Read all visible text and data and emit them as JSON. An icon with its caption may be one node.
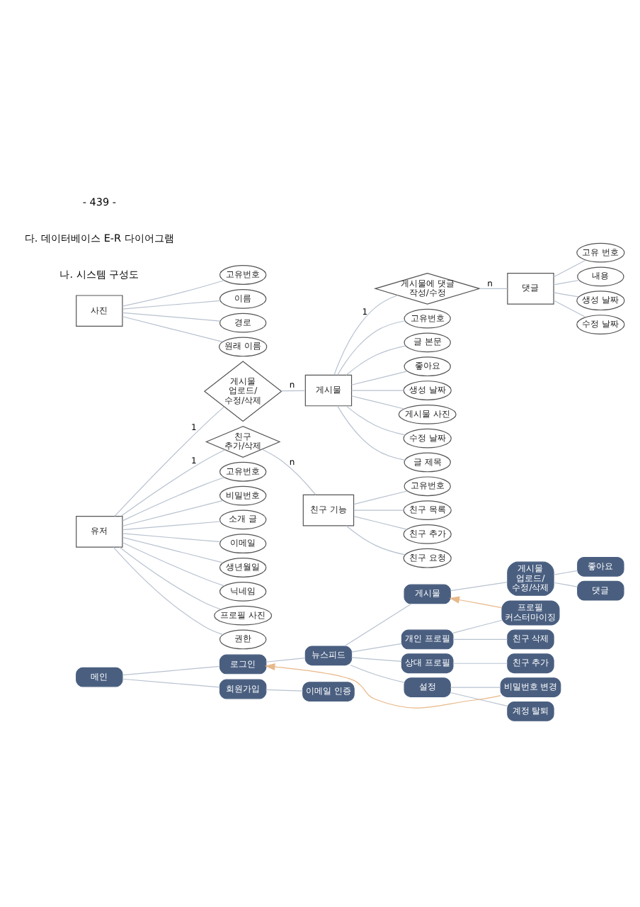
{
  "diagram": {
    "nodes": [
      {
        "text": [
          "메인"
        ]
      },
      {
        "text": [
          "로그인"
        ]
      },
      {
        "text": [
          "회원가입"
        ]
      },
      {
        "text": [
          "뉴스피드"
        ]
      },
      {
        "text": [
          "이메일 인증"
        ]
      },
      {
        "text": [
          "게시물"
        ]
      },
      {
        "text": [
          "개인 프로필"
        ]
      },
      {
        "text": [
          "상대 프로필"
        ]
      },
      {
        "text": [
          "설정"
        ]
      },
      {
        "text": [
          "게시물 업로드/수정/삭제"
        ]
      },
      {
        "text": [
          "좋아요"
        ]
      },
      {
        "text": [
          "댓글"
        ]
      },
      {
        "text": [
          "프로필 커스터마이징"
        ]
      },
      {
        "text": [
          "친구 삭제"
        ]
      },
      {
        "text": [
          "친구 추가"
        ]
      },
      {
        "text": [
          "비밀번호 변경"
        ]
      },
      {
        "text": [
          "계정 탈퇴"
        ]
      },
      {
        "text": [
          "유저"
        ]
      },
      {
        "text": [
          "게시물"
        ]
      },
      {
        "text": [
          "사진"
        ]
      },
      {
        "text": [
          "댓글"
        ]
      },
      {
        "text": [
          "친구 기능"
        ]
      },
      {
        "text": [
          "게시물 업로드/수정/삭제"
        ]
      },
      {
        "text": [
          "친구 추가/삭제"
        ]
      },
      {
        "text": [
          "게시물에 댓글 작성/수정"
        ]
      },
      {
        "text": [
          "고유번호"
        ]
      },
      {
        "text": [
          "비밀번호"
        ]
      },
      {
        "text": [
          "소개 글"
        ]
      },
      {
        "text": [
          "이메일"
        ]
      },
      {
        "text": [
          "생년월일"
        ]
      },
      {
        "text": [
          "닉네임"
        ]
      },
      {
        "text": [
          "프로필 사진"
        ]
      },
      {
        "text": [
          "권한"
        ]
      },
      {
        "text": [
          "고유번호"
        ]
      },
      {
        "text": [
          "글 본문"
        ]
      },
      {
        "text": [
          "좋아요"
        ]
      },
      {
        "text": [
          "생성 날짜"
        ]
      },
      {
        "text": [
          "게시물 사진"
        ]
      },
      {
        "text": [
          "수정 날짜"
        ]
      },
      {
        "text": [
          "글 제목"
        ]
      },
      {
        "text": [
          "고유번호"
        ]
      },
      {
        "text": [
          "이름"
        ]
      },
      {
        "text": [
          "경로"
        ]
      },
      {
        "text": [
          "원래 이름"
        ]
      },
      {
        "text": [
          "고유 번호"
        ]
      },
      {
        "text": [
          "내용"
        ]
      },
      {
        "text": [
          "생성 날짜"
        ]
      },
      {
        "text": [
          "수정 날짜"
        ]
      },
      {
        "text": [
          "고유번호"
        ]
      },
      {
        "text": [
          "친구 목록"
        ]
      },
      {
        "text": [
          "친구 추가"
        ]
      },
      {
        "text": [
          "친구 요청"
        ]
      }
    ],
    "edges": [
      {
        "from": 0,
        "to": 1,
        "arrow": "none"
      },
      {
        "from": 0,
        "to": 2,
        "arrow": "none"
      },
      {
        "from": 1,
        "to": 3,
        "arrow": "none"
      },
      {
        "from": 2,
        "to": 4,
        "arrow": "none"
      },
      {
        "from": 3,
        "to": 5,
        "arrow": "none"
      },
      {
        "from": 3,
        "to": 6,
        "arrow": "none"
      },
      {
        "from": 3,
        "to": 7,
        "arrow": "none"
      },
      {
        "from": 3,
        "to": 8,
        "arrow": "none"
      },
      {
        "from": 5,
        "to": 9,
        "arrow": "none"
      },
      {
        "from": 9,
        "to": 10,
        "arrow": "none"
      },
      {
        "from": 9,
        "to": 11,
        "arrow": "none"
      },
      {
        "from": 6,
        "to": 12,
        "arrow": "none"
      },
      {
        "from": 6,
        "to": 13,
        "arrow": "none"
      },
      {
        "from": 7,
        "to": 14,
        "arrow": "none"
      },
      {
        "from": 8,
        "to": 15,
        "arrow": "none"
      },
      {
        "from": 8,
        "to": 16,
        "arrow": "none"
      },
      {
        "from": 15,
        "to": 1,
        "arrow": "to",
        "color": "#e8b88a"
      },
      {
        "from": 12,
        "to": 5,
        "arrow": "to",
        "color": "#e8b88a"
      },
      {
        "from": 17,
        "to": 22,
        "label": "1",
        "arrow": "none"
      },
      {
        "from": 22,
        "to": 18,
        "label": "n",
        "arrow": "none"
      },
      {
        "from": 17,
        "to": 23,
        "label": "1",
        "arrow": "none"
      },
      {
        "from": 23,
        "to": 21,
        "label": "n",
        "arrow": "none"
      },
      {
        "from": 18,
        "to": 24,
        "label": "1",
        "arrow": "none"
      },
      {
        "from": 24,
        "to": 20,
        "label": "n",
        "arrow": "none"
      },
      {
        "from": 17,
        "to": 25,
        "arrow": "none"
      },
      {
        "from": 17,
        "to": 26,
        "arrow": "none"
      },
      {
        "from": 17,
        "to": 27,
        "arrow": "none"
      },
      {
        "from": 17,
        "to": 28,
        "arrow": "none"
      },
      {
        "from": 17,
        "to": 29,
        "arrow": "none"
      },
      {
        "from": 17,
        "to": 30,
        "arrow": "none"
      },
      {
        "from": 17,
        "to": 31,
        "arrow": "none"
      },
      {
        "from": 17,
        "to": 32,
        "arrow": "none"
      },
      {
        "from": 18,
        "to": 33,
        "arrow": "none"
      },
      {
        "from": 18,
        "to": 34,
        "arrow": "none"
      },
      {
        "from": 18,
        "to": 35,
        "arrow": "none"
      },
      {
        "from": 18,
        "to": 36,
        "arrow": "none"
      },
      {
        "from": 18,
        "to": 37,
        "arrow": "none"
      },
      {
        "from": 18,
        "to": 38,
        "arrow": "none"
      },
      {
        "from": 18,
        "to": 39,
        "arrow": "none"
      },
      {
        "from": 19,
        "to": 40,
        "arrow": "none"
      },
      {
        "from": 19,
        "to": 41,
        "arrow": "none"
      },
      {
        "from": 19,
        "to": 42,
        "arrow": "none"
      },
      {
        "from": 19,
        "to": 43,
        "arrow": "none"
      },
      {
        "from": 20,
        "to": 44,
        "arrow": "none"
      },
      {
        "from": 20,
        "to": 45,
        "arrow": "none"
      },
      {
        "from": 20,
        "to": 46,
        "arrow": "none"
      },
      {
        "from": 20,
        "to": 47,
        "arrow": "none"
      },
      {
        "from": 21,
        "to": 48,
        "arrow": "none"
      },
      {
        "from": 21,
        "to": 49,
        "arrow": "none"
      },
      {
        "from": 21,
        "to": 50,
        "arrow": "none"
      },
      {
        "from": 21,
        "to": 51,
        "arrow": "none"
      }
    ],
    "labels": [
      "나. 시스템 구성도",
      "다. 데이터베이스 E-R 다이어그램",
      "- 439 -"
    ]
  }
}
